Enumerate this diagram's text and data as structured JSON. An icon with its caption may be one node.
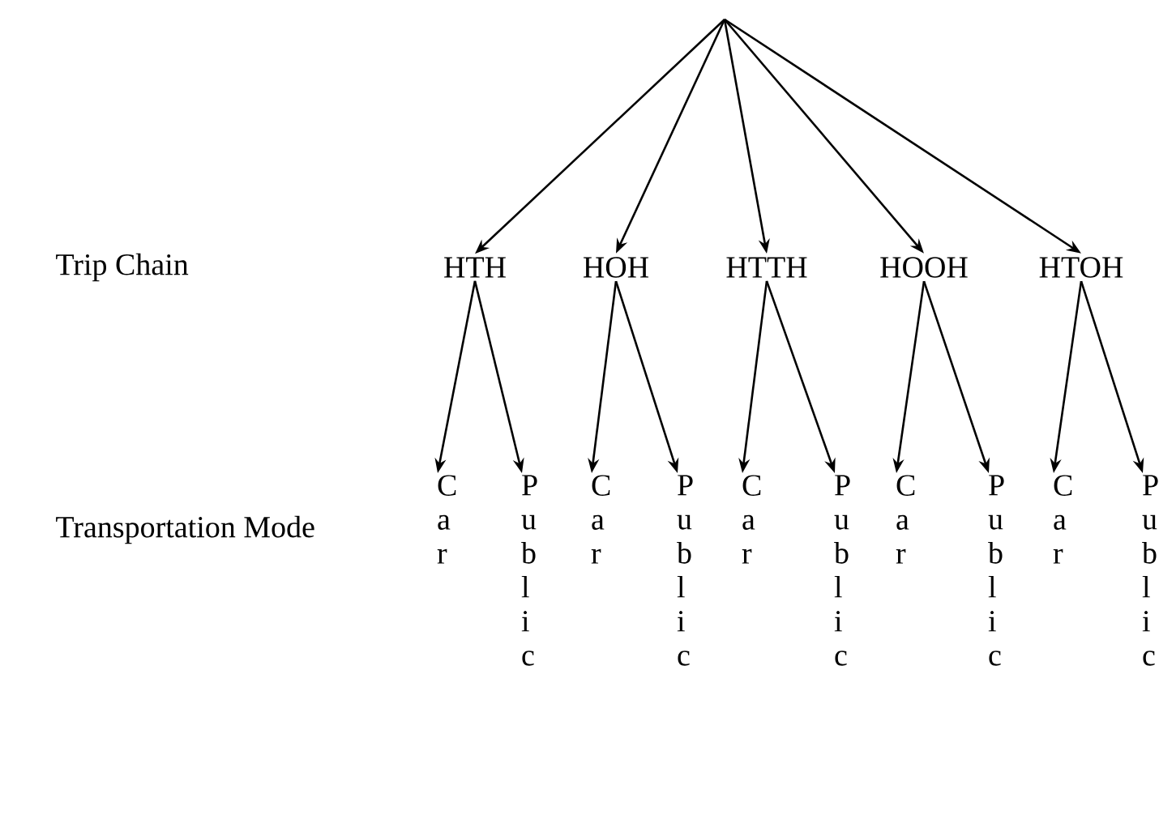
{
  "diagram": {
    "nodes": [
      {
        "text": [
          "HTH"
        ]
      },
      {
        "text": [
          "HOH"
        ]
      },
      {
        "text": [
          "HTTH"
        ]
      },
      {
        "text": [
          "HOOH"
        ]
      },
      {
        "text": [
          "HTOH"
        ]
      },
      {
        "text": [
          "Car"
        ]
      },
      {
        "text": [
          "Public"
        ]
      },
      {
        "text": [
          "Car"
        ]
      },
      {
        "text": [
          "Public"
        ]
      },
      {
        "text": [
          "Car"
        ]
      },
      {
        "text": [
          "Public"
        ]
      },
      {
        "text": [
          "Car"
        ]
      },
      {
        "text": [
          "Public"
        ]
      },
      {
        "text": [
          "Car"
        ]
      },
      {
        "text": [
          "Public"
        ]
      }
    ],
    "edges": [
      {
        "from": null,
        "to": 0,
        "arrow": "to"
      },
      {
        "from": null,
        "to": 1,
        "arrow": "to"
      },
      {
        "from": null,
        "to": 2,
        "arrow": "to"
      },
      {
        "from": null,
        "to": 3,
        "arrow": "to"
      },
      {
        "from": null,
        "to": 4,
        "arrow": "to"
      },
      {
        "from": 0,
        "to": 5,
        "arrow": "to"
      },
      {
        "from": 0,
        "to": 6,
        "arrow": "to"
      },
      {
        "from": 1,
        "to": 7,
        "arrow": "to"
      },
      {
        "from": 1,
        "to": 8,
        "arrow": "to"
      },
      {
        "from": 2,
        "to": 9,
        "arrow": "to"
      },
      {
        "from": 2,
        "to": 10,
        "arrow": "to"
      },
      {
        "from": 3,
        "to": 11,
        "arrow": "to"
      },
      {
        "from": 3,
        "to": 12,
        "arrow": "to"
      },
      {
        "from": 4,
        "to": 13,
        "arrow": "to"
      },
      {
        "from": 4,
        "to": 14,
        "arrow": "to"
      }
    ],
    "labels": [
      "Trip Chain",
      "Transportation Mode"
    ]
  }
}
